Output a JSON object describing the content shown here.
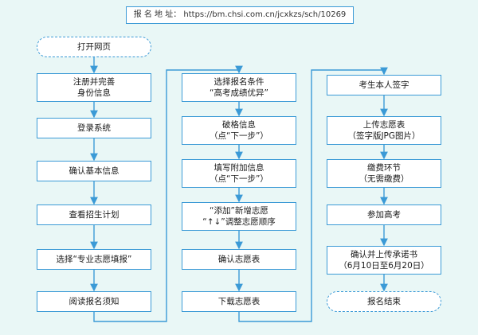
{
  "header": {
    "url_text": "报 名 地 址： https://bm.chsi.com.cn/jcxkzs/sch/10269"
  },
  "columns": [
    {
      "nodes": [
        {
          "id": "open-page",
          "label": "打开网页",
          "shape": "terminal"
        },
        {
          "id": "register",
          "label": "注册并完善\n身份信息"
        },
        {
          "id": "login",
          "label": "登录系统"
        },
        {
          "id": "confirm-info",
          "label": "确认基本信息"
        },
        {
          "id": "view-plan",
          "label": "查看招生计划"
        },
        {
          "id": "select-type",
          "label": "选择“专业志愿填报”"
        },
        {
          "id": "read-notice",
          "label": "阅读报名须知"
        }
      ]
    },
    {
      "nodes": [
        {
          "id": "select-condition",
          "label": "选择报名条件\n“高考成绩优异”"
        },
        {
          "id": "break-info",
          "label": "破格信息\n（点“下一步”）"
        },
        {
          "id": "extra-info",
          "label": "填写附加信息\n（点“下一步”）"
        },
        {
          "id": "add-wish",
          "label": "“添加”新增志愿\n“↑↓”调整志愿顺序"
        },
        {
          "id": "confirm-wish",
          "label": "确认志愿表"
        },
        {
          "id": "download-wish",
          "label": "下载志愿表"
        }
      ]
    },
    {
      "nodes": [
        {
          "id": "sign",
          "label": "考生本人签字"
        },
        {
          "id": "upload-wish",
          "label": "上传志愿表\n（签字版JPG图片）"
        },
        {
          "id": "pay",
          "label": "缴费环节\n（无需缴费）"
        },
        {
          "id": "gaokao",
          "label": "参加高考"
        },
        {
          "id": "promise",
          "label": "确认并上传承诺书\n（6月10日至6月20日）"
        },
        {
          "id": "end",
          "label": "报名结束",
          "shape": "terminal"
        }
      ]
    }
  ],
  "colors": {
    "stroke": "#3b9ad6",
    "background": "#e9f7f6",
    "box_fill": "#ffffff"
  }
}
